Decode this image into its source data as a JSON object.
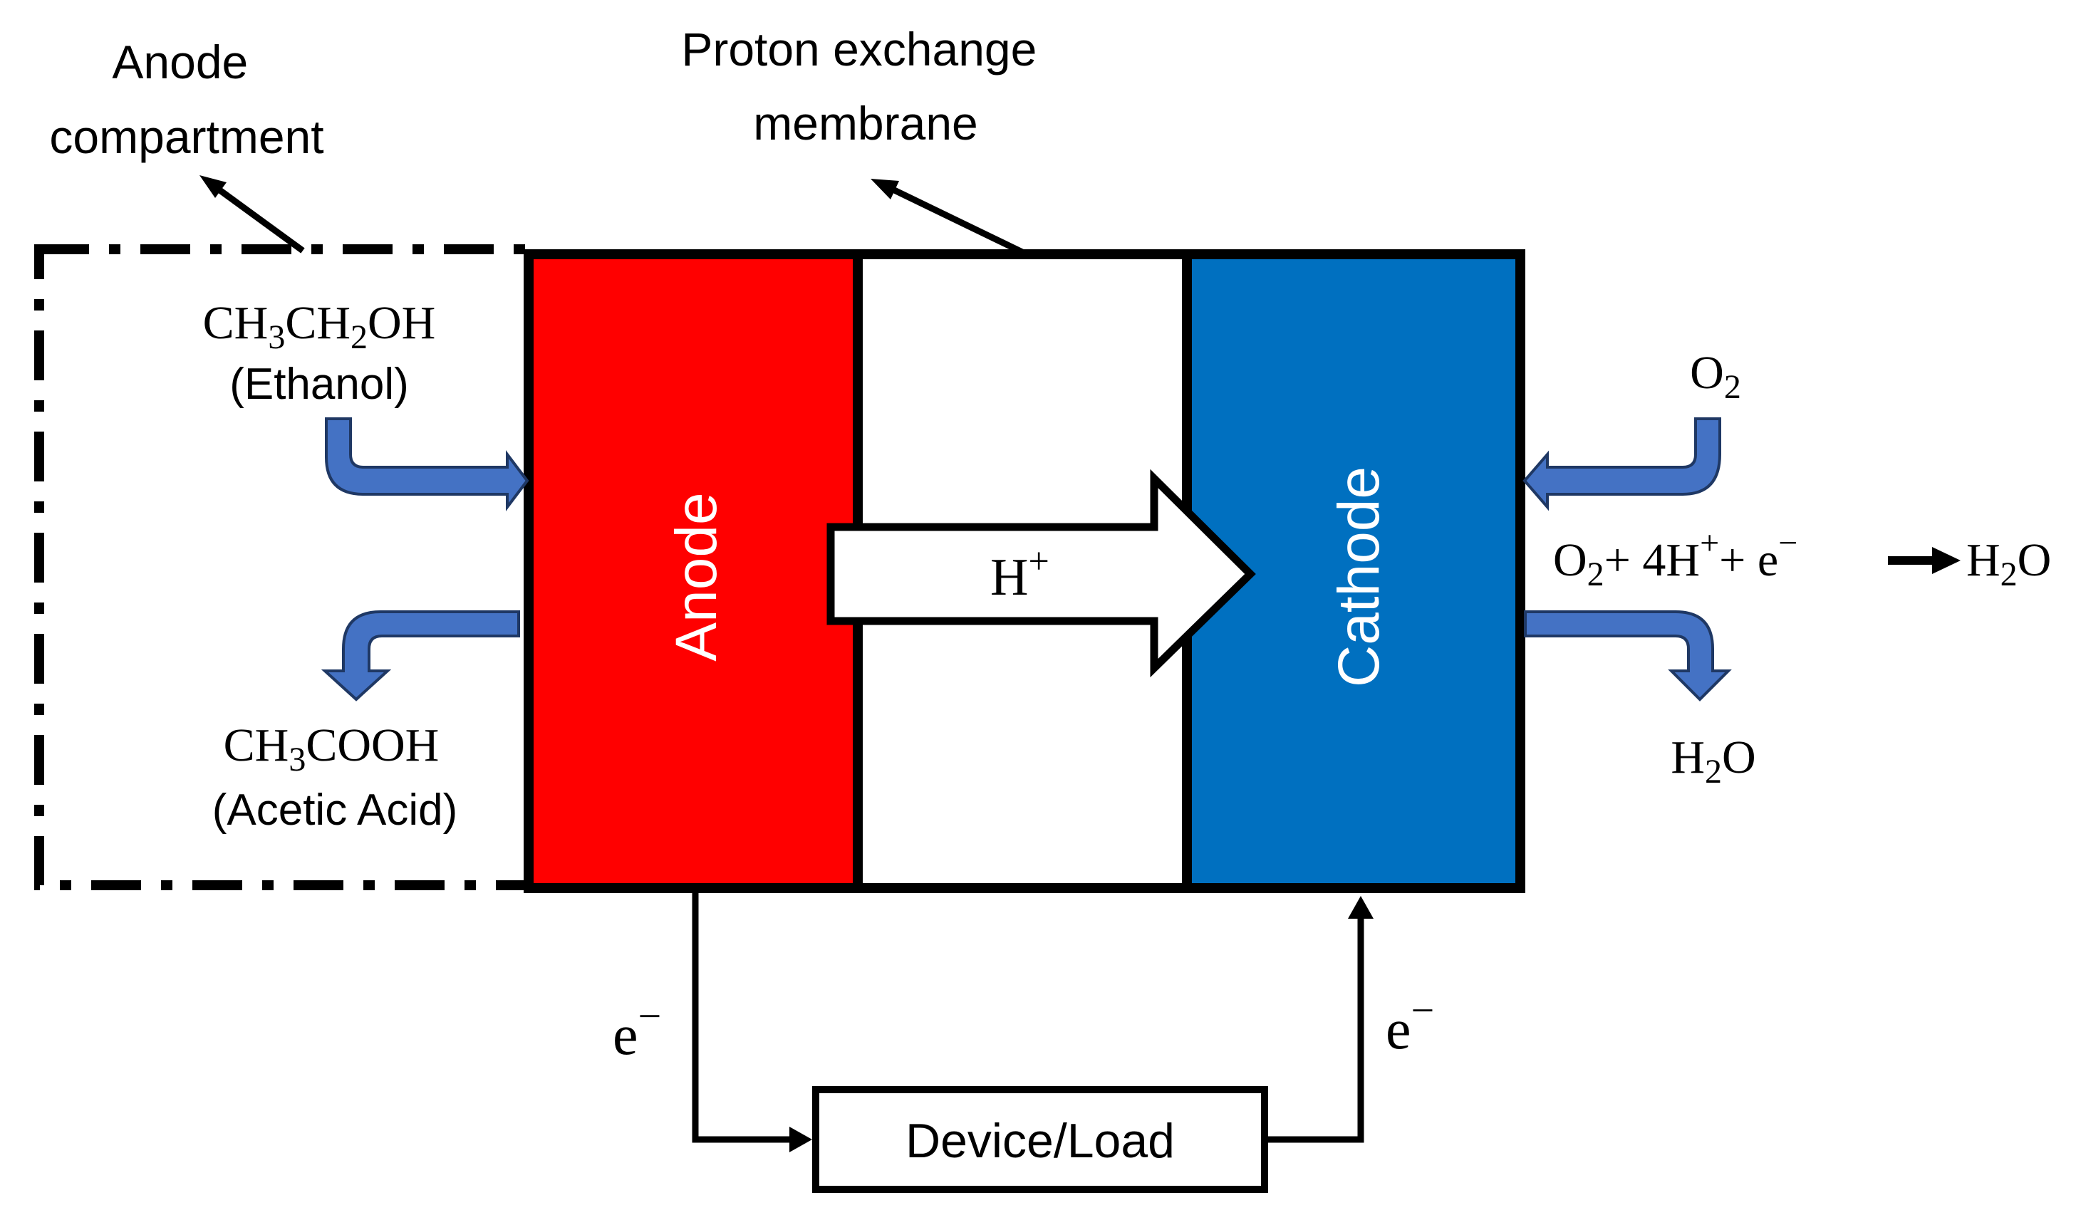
{
  "labels": {
    "anode_compartment_line1": "Anode",
    "anode_compartment_line2": "compartment",
    "membrane_line1": "Proton exchange",
    "membrane_line2": "membrane",
    "anode": "Anode",
    "cathode": "Cathode",
    "proton": "H",
    "proton_sup": "+",
    "ethanol_formula": {
      "a": "CH",
      "s1": "3",
      "b": "CH",
      "s2": "2",
      "c": "OH"
    },
    "ethanol_name": "(Ethanol)",
    "acetic_formula": {
      "a": "CH",
      "s1": "3",
      "b": "COOH"
    },
    "acetic_name": "(Acetic Acid)",
    "oxygen": {
      "a": "O",
      "s1": "2"
    },
    "reaction": {
      "o": "O",
      "o_sub": "2",
      "plus1": "+ 4H",
      "h_sup": "+",
      "plus2": "+ e",
      "e_sup": "−",
      "product_h": "H",
      "product_sub": "2",
      "product_o": "O"
    },
    "water": {
      "a": "H",
      "s1": "2",
      "b": "O"
    },
    "electron_left": {
      "a": "e",
      "sup": "−"
    },
    "electron_right": {
      "a": "e",
      "sup": "−"
    },
    "load": "Device/Load"
  },
  "colors": {
    "anode_fill": "#ff0000",
    "cathode_fill": "#0070c0",
    "flow_arrow": "#4472c4",
    "outline": "#000000",
    "label_on_color": "#ffffff"
  },
  "icons": {
    "flow_arrows": "curved-arrow",
    "proton_arrow": "hollow-block-arrow"
  }
}
